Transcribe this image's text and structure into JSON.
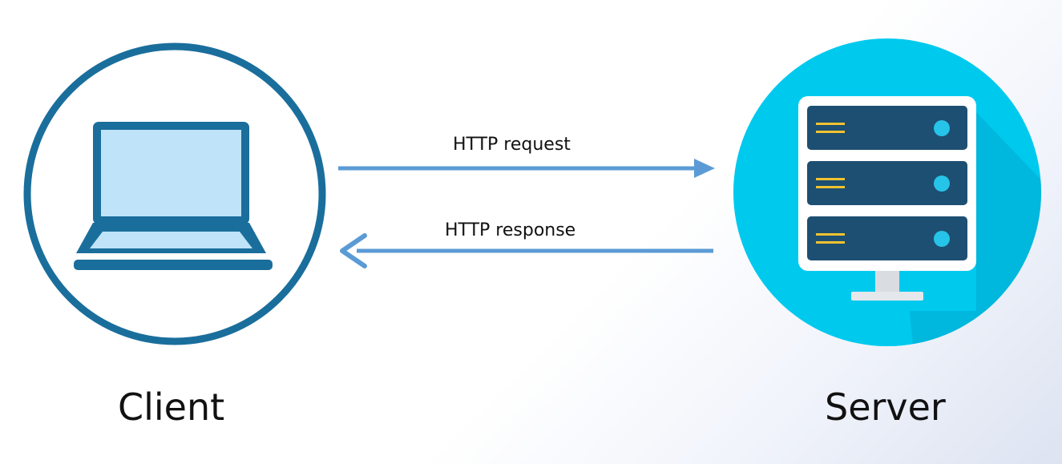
{
  "client": {
    "label": "Client",
    "icon": "laptop-icon",
    "ring_color": "#1a6e9c",
    "screen_color": "#bfe3f9"
  },
  "server": {
    "label": "Server",
    "icon": "server-rack-icon",
    "circle_color": "#00c9ee",
    "rack_color": "#1d4f72",
    "indicator_color": "#25c4e8",
    "line_color": "#f2c230"
  },
  "arrows": {
    "request": {
      "label": "HTTP request",
      "direction": "client-to-server"
    },
    "response": {
      "label": "HTTP response",
      "direction": "server-to-client"
    },
    "color": "#5b9bd5"
  }
}
